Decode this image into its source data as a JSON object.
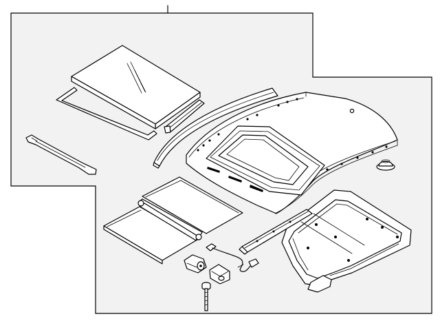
{
  "diagram": {
    "colors": {
      "background": "#ffffff",
      "panel": "#f2f2f2",
      "line": "#000000"
    },
    "parts": [
      {
        "name": "glass-panel",
        "icon": "glass-panel-icon"
      },
      {
        "name": "glass-seal",
        "icon": "seal-strip-icon"
      },
      {
        "name": "glass-bracket",
        "icon": "bracket-icon"
      },
      {
        "name": "front-deflector-strip",
        "icon": "deflector-strip-icon"
      },
      {
        "name": "short-seal",
        "icon": "seal-strip-icon"
      },
      {
        "name": "roof-panel",
        "icon": "roof-panel-icon"
      },
      {
        "name": "drain-grommet",
        "icon": "grommet-icon"
      },
      {
        "name": "sunshade-panels",
        "icon": "sunshade-icon"
      },
      {
        "name": "sunroof-frame",
        "icon": "frame-icon"
      },
      {
        "name": "side-rail",
        "icon": "rail-icon"
      },
      {
        "name": "wire-harness",
        "icon": "harness-icon"
      },
      {
        "name": "drive-motor",
        "icon": "motor-icon"
      },
      {
        "name": "motor-bracket",
        "icon": "bracket-icon"
      },
      {
        "name": "mounting-bolt",
        "icon": "bolt-icon"
      }
    ]
  }
}
